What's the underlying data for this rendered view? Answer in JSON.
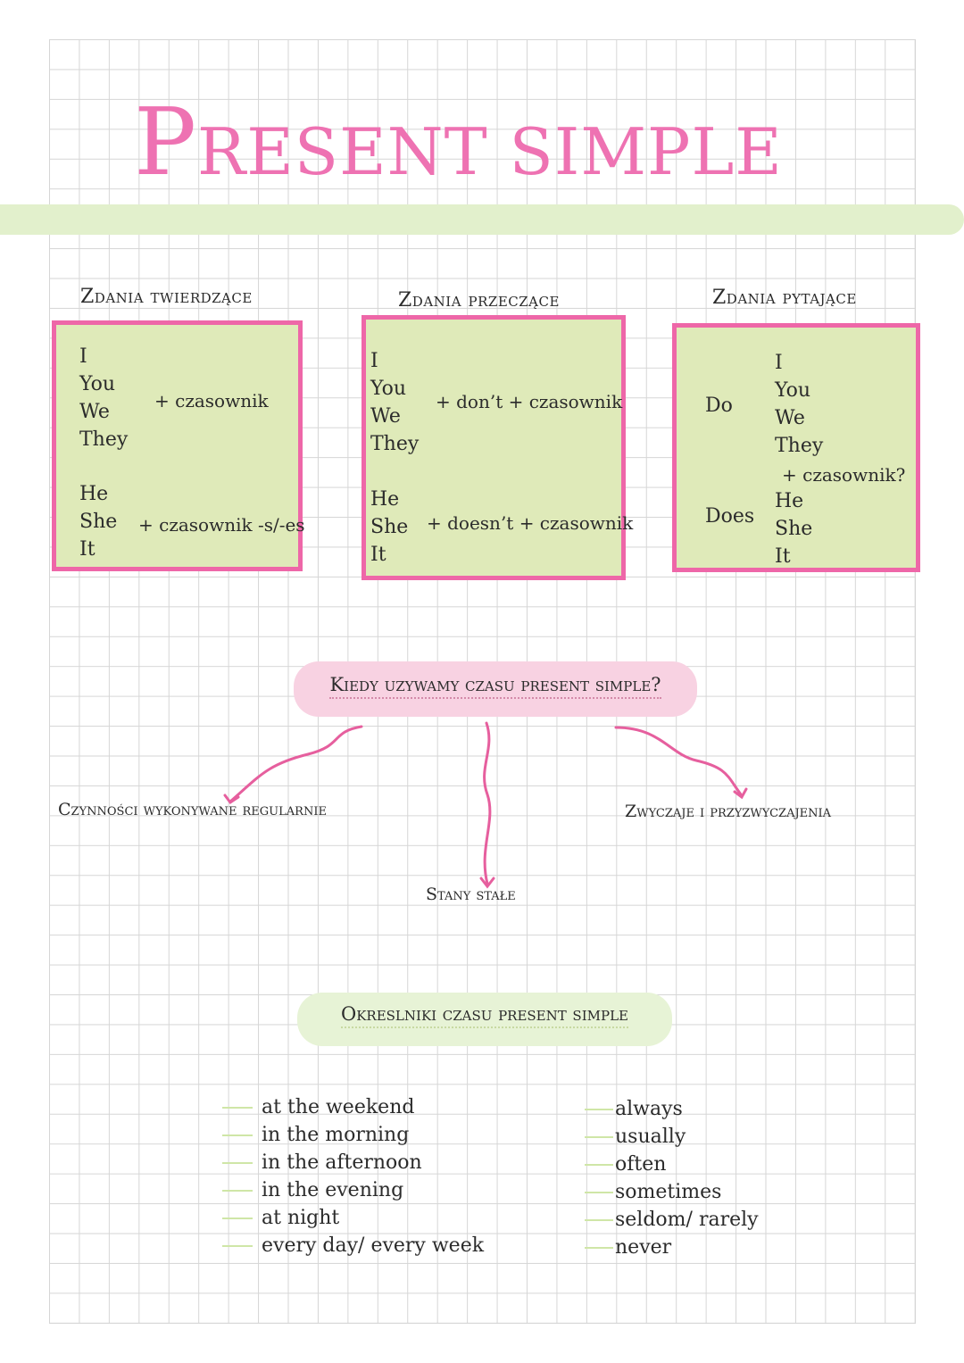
{
  "title": {
    "first": "P",
    "rest": "RESENT SIMPLE"
  },
  "affirmative": {
    "label": "Zdania twierdzące",
    "group1": [
      "I",
      "You",
      "We",
      "They"
    ],
    "rule1": "+ czasownik",
    "group2": [
      "He",
      "She",
      "It"
    ],
    "rule2": "+ czasownik -s/-es"
  },
  "negative": {
    "label": "Zdania przeczące",
    "group1": [
      "I",
      "You",
      "We",
      "They"
    ],
    "rule1": "+ don’t + czasownik",
    "group2": [
      "He",
      "She",
      "It"
    ],
    "rule2": "+ doesn’t + czasownik"
  },
  "question": {
    "label": "Zdania pytające",
    "aux1": "Do",
    "aux2": "Does",
    "pronouns": [
      "I",
      "You",
      "We",
      "They",
      "He",
      "She",
      "It"
    ],
    "rule": "+ czasownik?"
  },
  "usage": {
    "question": "Kiedy uzywamy czasu present simple?",
    "left": "Czynności wykonywane regularnie",
    "center": "Stany stałe",
    "right": "Zwyczaje i przyzwyczajenia"
  },
  "markers": {
    "title": "Okreslniki czasu present simple",
    "time": [
      "at the weekend",
      "in the morning",
      "in the afternoon",
      "in the evening",
      "at night",
      "every day/ every week"
    ],
    "frequency": [
      "always",
      "usually",
      "often",
      "sometimes",
      "seldom/ rarely",
      "never"
    ]
  },
  "colors": {
    "pink": "#ee67a8",
    "box_fill": "#dfeab9",
    "band": "#e2f0cc",
    "title": "#ee72b2"
  }
}
